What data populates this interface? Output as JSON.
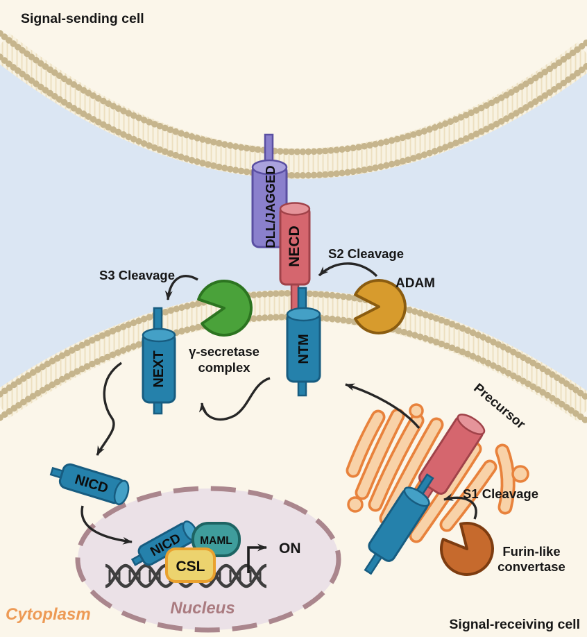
{
  "figure": {
    "signal_sending_cell": "Signal-sending cell",
    "signal_receiving_cell": "Signal-receiving cell",
    "cytoplasm": "Cytoplasm",
    "nucleus": "Nucleus",
    "precursor": "Precursor"
  },
  "cleavage_labels": {
    "s1": "S1 Cleavage",
    "s2": "S2 Cleavage",
    "s3": "S3 Cleavage"
  },
  "enzymes": {
    "adam": "ADAM",
    "gamma_secretase": {
      "line1": "γ-secretase",
      "line2": "complex"
    },
    "furin": {
      "line1": "Furin-like",
      "line2": "convertase"
    }
  },
  "proteins": {
    "ligand": "DLL/JAGGED",
    "necd": "NECD",
    "ntm": "NTM",
    "next": "NEXT",
    "nicd_cytoplasm": "NICD",
    "nicd_nucleus": "NICD",
    "maml": "MAML",
    "csl": "CSL"
  },
  "transcription": {
    "state": "ON"
  },
  "colors": {
    "extracellular_bg": "#dbe6f3",
    "cell_interior": "#fbf6ea",
    "membrane_band": "#f8f2e1",
    "membrane_beads": "#c6b58d",
    "ligand_purple": "#8a80cc",
    "necd_red": "#d5666e",
    "notch_blue": "#2581ab",
    "adam_gold": "#d79b2d",
    "gamma_green": "#4aa23a",
    "furin_orange": "#c66a2d",
    "golgi_fill": "#f8d2a8",
    "golgi_stroke": "#e8823c",
    "nucleus_fill": "#ebe1e7",
    "nucleus_stroke": "#aa868d",
    "maml_teal": "#3f9d9c",
    "csl_yellow": "#ecd36e",
    "cytoplasm_text": "#ed9a55",
    "nucleus_text": "#aa7b80",
    "arrow": "#262626",
    "dna": "#3e3e3e"
  }
}
